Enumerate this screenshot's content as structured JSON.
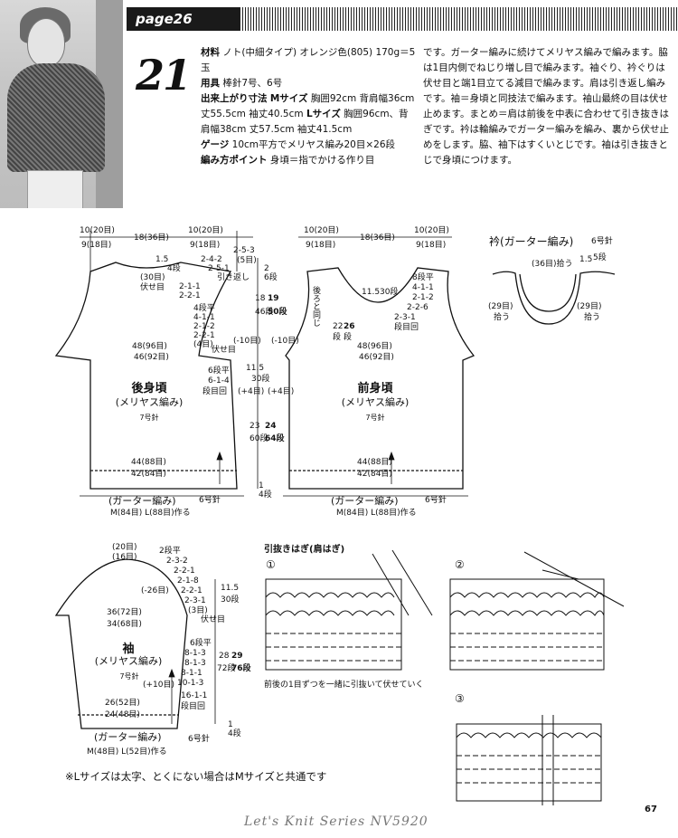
{
  "header": {
    "page_label": "page26"
  },
  "pattern_number": "21",
  "spec": {
    "materials_label": "材料",
    "materials_value": "ノト(中細タイプ) オレンジ色(805) 170g＝5玉",
    "tools_label": "用具",
    "tools_value": "棒針7号、6号",
    "size_label": "出来上がり寸法",
    "size_m_label": "Mサイズ",
    "size_m_value": "胸囲92cm 背肩幅36cm 丈55.5cm 袖丈40.5cm",
    "size_l_label": "Lサイズ",
    "size_l_value": "胸囲96cm、背肩幅38cm 丈57.5cm 袖丈41.5cm",
    "gauge_label": "ゲージ",
    "gauge_value": "10cm平方でメリヤス編み20目×26段",
    "points_label": "編み方ポイント",
    "points_value": "身頃＝指でかける作り目"
  },
  "description": "です。ガーター編みに続けてメリヤス編みで編みます。脇は1目内側でねじり増し目で編みます。袖ぐり、衿ぐりは伏せ目と端1目立てる減目で編みます。肩は引き返し編みです。袖＝身頃と同技法で編みます。袖山最終の目は伏せ止めます。まとめ＝肩は前後を中表に合わせて引き抜きはぎです。衿は輪編みでガーター編みを編み、裏から伏せ止めをします。脇、袖下はすくいとじです。袖は引き抜きとじで身頃につけます。",
  "back": {
    "title": "後身頃",
    "stitch": "(メリヤス編み)",
    "needle": "7号針",
    "hem": "(ガーター編み)",
    "hem_needle": "6号針",
    "cast_on": "M(84目) L(88目)作る",
    "w_top_l": "10(20目)",
    "w_top_l2": "9(18目)",
    "w_mid": "18(36目)",
    "w_top_r": "10(20目)",
    "w_top_r2": "9(18目)",
    "w_chest1": "48(96目)",
    "w_chest2": "46(92目)",
    "w_hem1": "44(88目)",
    "w_hem2": "42(84目)",
    "neck": "(30目)",
    "neck2": "伏せ目",
    "neck_dec": "2-1-1",
    "neck_dec2": "2-2-1",
    "shoulder_rows": "2-5-3",
    "shoulder_rows2": "(5目)",
    "shoulder_rows3": "2-4-2",
    "shoulder_rows4": "2-5-1",
    "shoulder_rows5": "引き返し",
    "dec_hdr": "4段平",
    "dec1": "4-1-1",
    "dec2": "2-1-2",
    "dec3": "2-2-1",
    "dec4": "(4目)",
    "dec5": "伏せ目",
    "inc_hdr": "6段平",
    "inc1": "6-1-4",
    "inc2": "段目回",
    "h_arm1": "18",
    "h_arm2": "46段",
    "h_arm3": "19",
    "h_arm4": "50段",
    "h_side1": "11.5",
    "h_side2": "30段",
    "h_body1": "23",
    "h_body2": "60段",
    "h_body3": "24",
    "h_body4": "64段",
    "h_hem1": "1",
    "h_hem2": "4段",
    "h_sh1": "2",
    "h_sh2": "6段",
    "h_top1": "1.5",
    "h_top2": "4段",
    "mark1": "(-10目)",
    "mark2": "(+4目)"
  },
  "front": {
    "title": "前身頃",
    "stitch": "(メリヤス編み)",
    "needle": "7号針",
    "hem": "(ガーター編み)",
    "hem_needle": "6号針",
    "cast_on": "M(84目) L(88目)作る",
    "w_top_l": "10(20目)",
    "w_top_l2": "9(18目)",
    "w_mid": "18(36目)",
    "w_top_r": "10(20目)",
    "w_top_r2": "9(18目)",
    "w_chest1": "48(96目)",
    "w_chest2": "46(92目)",
    "w_hem1": "44(88目)",
    "w_hem2": "42(84目)",
    "same_as_back": "後ろと同じ",
    "neck_h1": "11.5",
    "neck_h2": "30段",
    "neck_d1": "22",
    "neck_d2": "26",
    "neck_d3": "段",
    "neck_d4": "段",
    "dec_hdr": "8段平",
    "dec1": "4-1-1",
    "dec2": "2-1-2",
    "dec3": "2-2-6",
    "dec4": "2-3-1",
    "dec5": "段目回",
    "mark1": "(-10目)",
    "mark2": "(+4目)"
  },
  "collar": {
    "title": "衿(ガーター編み)",
    "needle": "6号針",
    "front_pick": "(36目)拾う",
    "side_l": "(29目)",
    "side_l2": "拾う",
    "side_r": "(29目)",
    "side_r2": "拾う",
    "height1": "1.5",
    "height2": "5段"
  },
  "sleeve": {
    "title": "袖",
    "stitch": "(メリヤス編み)",
    "needle": "7号針",
    "hem": "(ガーター編み)",
    "hem_needle": "6号針",
    "cast_on": "M(48目) L(52目)作る",
    "top1": "(20目)",
    "top2": "(16目)",
    "w1": "36(72目)",
    "w2": "34(68目)",
    "w3": "26(52目)",
    "w4": "24(48目)",
    "cap_hdr": "2段平",
    "cap1": "2-3-2",
    "cap2": "2-2-1",
    "cap3": "2-1-8",
    "cap4": "2-2-1",
    "cap5": "2-3-1",
    "cap6": "(3目)",
    "cap7": "伏せ目",
    "inc_hdr": "6段平",
    "inc1": "8-1-3",
    "inc2": "8-1-3",
    "inc3": "8-1-1",
    "inc4": "10-1-3",
    "inc5": "16-1-1",
    "inc6": "段目回",
    "mark1": "(-26目)",
    "mark2": "(+10目)",
    "h_cap1": "11.5",
    "h_cap2": "30段",
    "h_len1": "28",
    "h_len2": "72段",
    "h_len3": "29",
    "h_len4": "76段",
    "h_hem1": "1",
    "h_hem2": "4段"
  },
  "seam": {
    "title": "引抜きはぎ(肩はぎ)",
    "step1": "①",
    "step2": "②",
    "step3": "③",
    "caption": "前後の1目ずつを一緒に引抜いて伏せていく"
  },
  "note": "※Lサイズは太字、とくにない場合はMサイズと共通です",
  "footer": "Let's Knit Series NV5920",
  "page_number": "67"
}
